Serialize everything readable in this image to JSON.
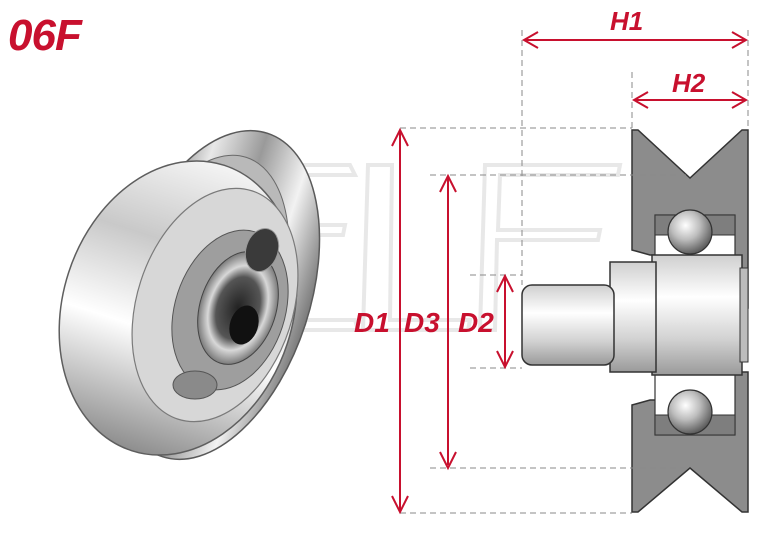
{
  "product_code": "06F",
  "dimensions": {
    "h1": "H1",
    "h2": "H2",
    "d1": "D1",
    "d2": "D2",
    "d3": "D3"
  },
  "colors": {
    "accent": "#c8102e",
    "dim_line": "#c8102e",
    "guide_line": "#8a8a8a",
    "section_fill": "#8c8c8c",
    "watermark": "#d9d9d9"
  }
}
